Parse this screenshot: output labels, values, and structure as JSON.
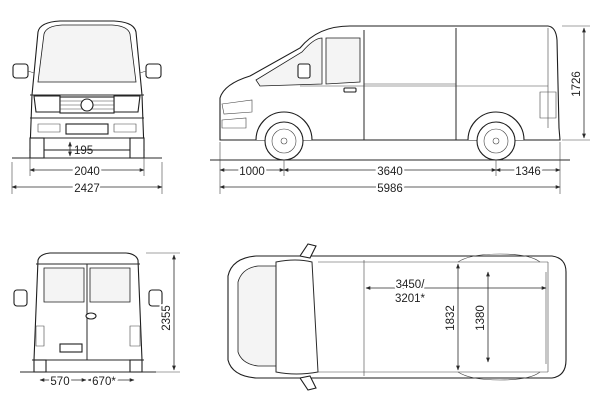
{
  "colors": {
    "line": "#1e1e1e",
    "background": "#ffffff",
    "text": "#222222"
  },
  "dimensions": {
    "ground_clearance": "195",
    "front_track": "2040",
    "overall_width": "2427",
    "front_overhang": "1000",
    "wheelbase": "3640",
    "rear_overhang": "1346",
    "overall_length": "5986",
    "height": "1726",
    "overall_height": "2355",
    "door_width_left": "570",
    "door_width_right": "670*",
    "cargo_length_line1": "3450/",
    "cargo_length_line2": "3201*",
    "cargo_width": "1832",
    "width_between_arches": "1380"
  }
}
